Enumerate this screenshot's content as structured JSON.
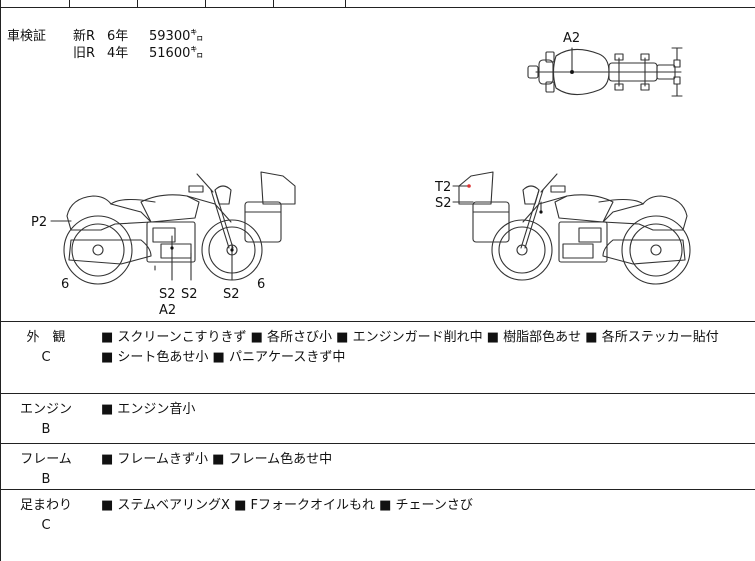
{
  "inspection": {
    "label": "車検証",
    "rows": [
      {
        "era": "新R",
        "year": "6年",
        "distance": "59300㌔"
      },
      {
        "era": "旧R",
        "year": "4年",
        "distance": "51600㌔"
      }
    ]
  },
  "diagram_labels": {
    "top_a2": "A2",
    "left_p2": "P2",
    "left_6a": "6",
    "left_s2a": "S2",
    "left_s2b": "S2",
    "left_a2": "A2",
    "left_s2c": "S2",
    "left_6b": "6",
    "right_t2": "T2",
    "right_s2": "S2"
  },
  "sections": [
    {
      "category": "外　観",
      "grade": "C",
      "lines": [
        "■ スクリーンこすりきず ■ 各所さび小 ■ エンジンガード削れ中 ■ 樹脂部色あせ ■ 各所ステッカー貼付",
        "■ シート色あせ小 ■ パニアケースきず中"
      ]
    },
    {
      "category": "エンジン",
      "grade": "B",
      "lines": [
        "■ エンジン音小"
      ]
    },
    {
      "category": "フレーム",
      "grade": "B",
      "lines": [
        "■ フレームきず小 ■ フレーム色あせ中"
      ]
    },
    {
      "category": "足まわり",
      "grade": "C",
      "lines": [
        "■ ステムベアリングX ■ Fフォークオイルもれ ■ チェーンさび"
      ]
    }
  ]
}
